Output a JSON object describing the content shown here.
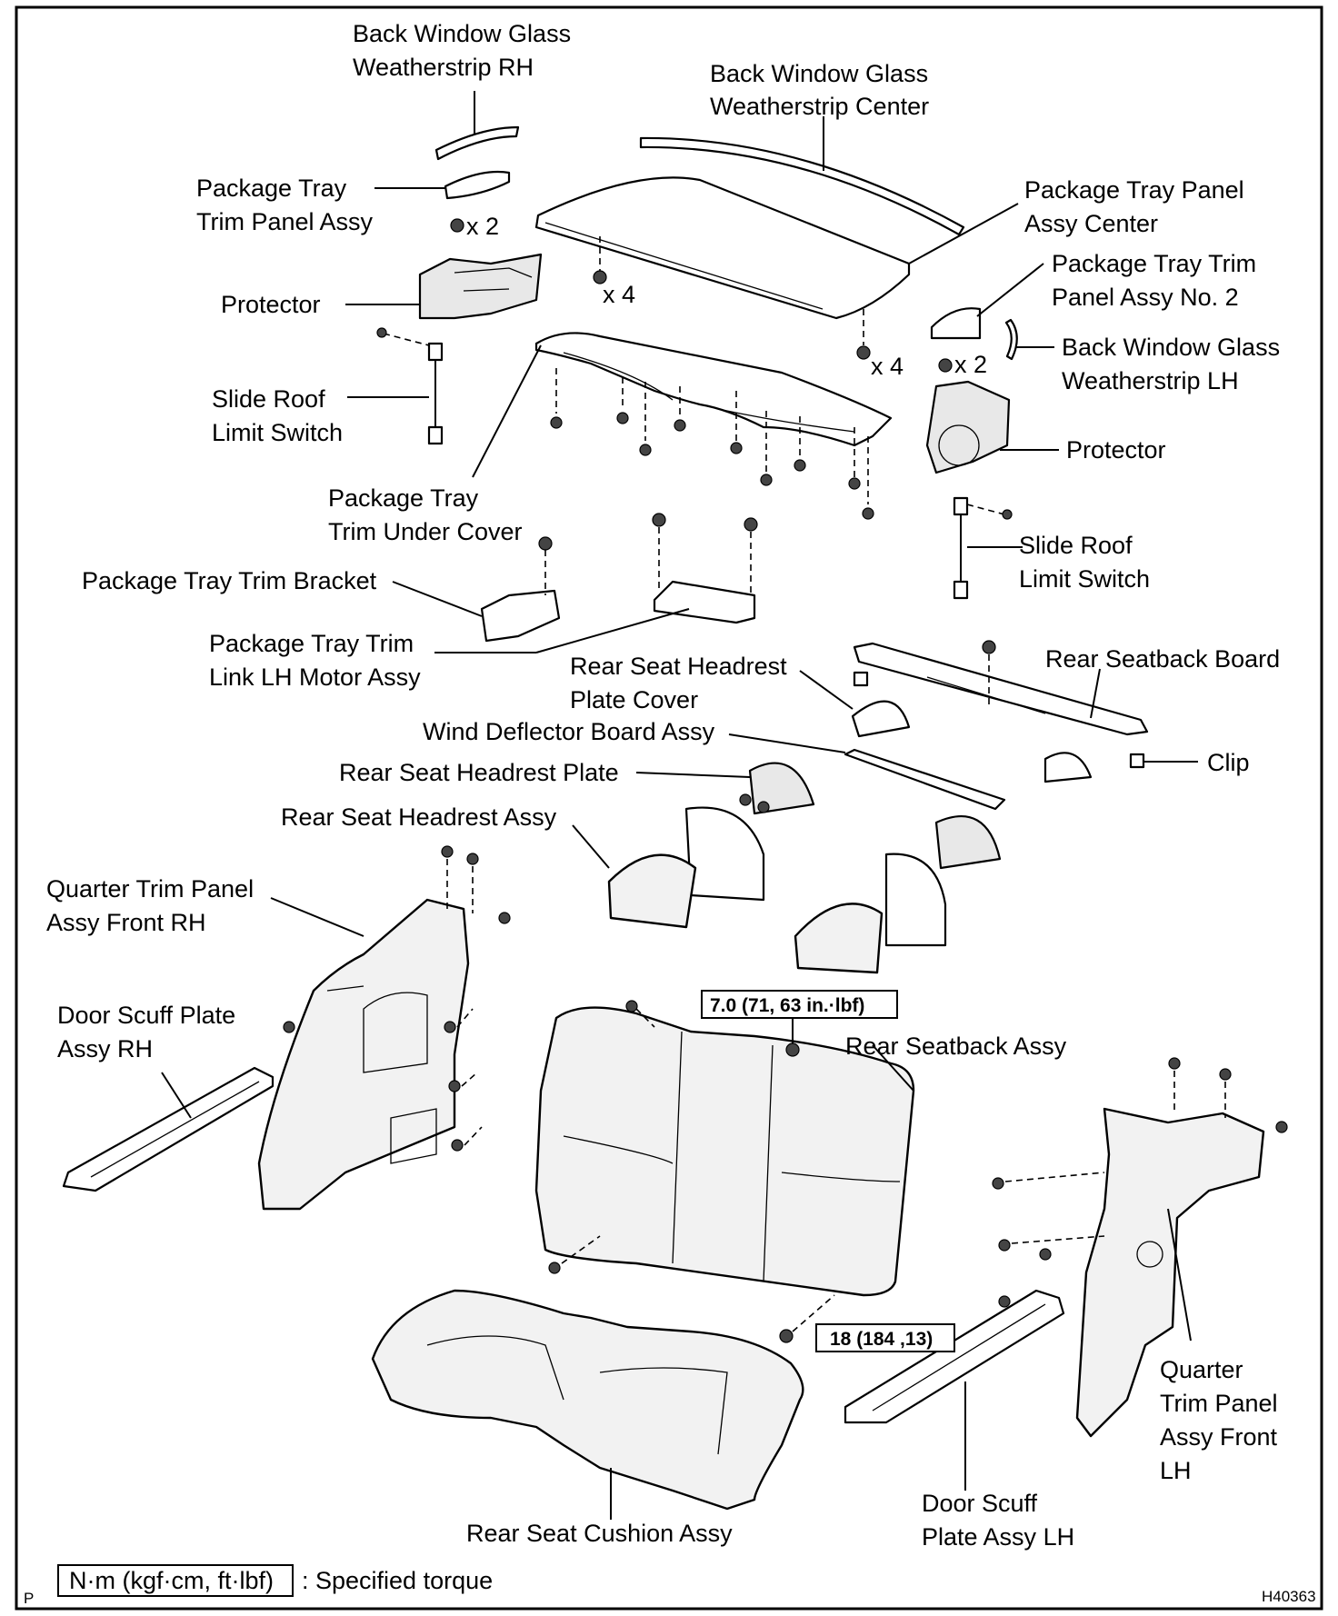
{
  "labels": {
    "back_window_glass_weatherstrip_rh": [
      "Back Window Glass",
      "Weatherstrip RH"
    ],
    "back_window_glass_weatherstrip_center": [
      "Back Window Glass",
      "Weatherstrip Center"
    ],
    "package_tray_trim_panel_assy": [
      "Package Tray",
      "Trim Panel Assy"
    ],
    "package_tray_panel_assy_center": [
      "Package Tray Panel",
      "Assy Center"
    ],
    "package_tray_trim_panel_assy_no2": [
      "Package Tray Trim",
      "Panel Assy No. 2"
    ],
    "protector_left": "Protector",
    "back_window_glass_weatherstrip_lh": [
      "Back Window Glass",
      "Weatherstrip LH"
    ],
    "slide_roof_limit_switch_left": [
      "Slide Roof",
      "Limit Switch"
    ],
    "protector_right": "Protector",
    "package_tray_trim_under_cover": [
      "Package Tray",
      "Trim Under Cover"
    ],
    "slide_roof_limit_switch_right": [
      "Slide Roof",
      "Limit Switch"
    ],
    "package_tray_trim_bracket": "Package Tray Trim Bracket",
    "package_tray_trim_link_lh_motor_assy": [
      "Package Tray Trim",
      "Link LH Motor Assy"
    ],
    "rear_seat_headrest_plate_cover": [
      "Rear Seat Headrest",
      "Plate Cover"
    ],
    "rear_seatback_board": "Rear Seatback Board",
    "wind_deflector_board_assy": "Wind Deflector Board Assy",
    "clip": "Clip",
    "rear_seat_headrest_plate": "Rear Seat Headrest Plate",
    "rear_seat_headrest_assy": "Rear Seat Headrest Assy",
    "quarter_trim_panel_assy_front_rh": [
      "Quarter Trim Panel",
      "Assy Front RH"
    ],
    "door_scuff_plate_assy_rh": [
      "Door Scuff Plate",
      "Assy RH"
    ],
    "rear_seatback_assy": "Rear Seatback Assy",
    "quarter_trim_panel_assy_front_lh": [
      "Quarter",
      "Trim Panel",
      "Assy Front",
      "LH"
    ],
    "rear_seat_cushion_assy": "Rear Seat Cushion Assy",
    "door_scuff_plate_assy_lh": [
      "Door Scuff",
      "Plate Assy LH"
    ]
  },
  "quantities": {
    "tray_trim_nuts": "x 2",
    "tray_center_nuts_left": "x 4",
    "tray_center_nuts_right": "x 4",
    "tray_no2_nuts": "x 2"
  },
  "torques": {
    "seatback_top": "7.0 (71, 63 in.·lbf)",
    "seatback_bottom": "18 (184 ,13)"
  },
  "legend": {
    "unit_box": "N·m (kgf·cm, ft·lbf)",
    "unit_text": ": Specified torque"
  },
  "footer": {
    "corner_mark": "P",
    "figure_id": "H40363"
  }
}
